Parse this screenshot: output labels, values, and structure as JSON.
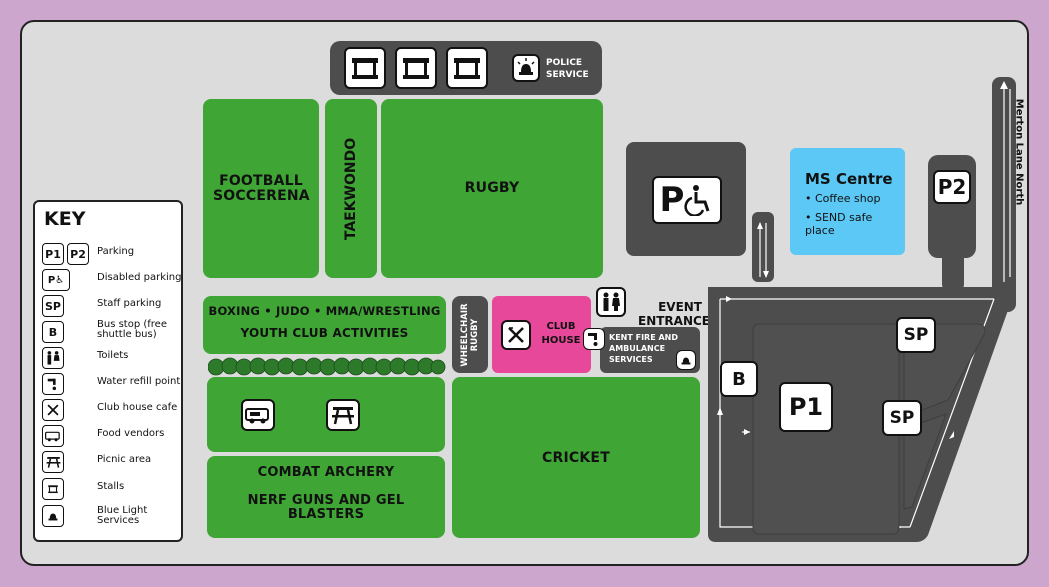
{
  "map": {
    "zones": {
      "football": "FOOTBALL SOCCERENA",
      "taekwondo": "TAEKWONDO",
      "rugby": "RUGBY",
      "police": "POLICE SERVICE",
      "boxing_line1": "BOXING • JUDO • MMA/WRESTLING",
      "boxing_line2": "YOUTH CLUB ACTIVITIES",
      "wheelchair_rugby": "WHEELCHAIR RUGBY",
      "club_house": "CLUB HOUSE",
      "event_entrance": "EVENT ENTRANCE",
      "kent_fire": "KENT FIRE AND AMBULANCE SERVICES",
      "combat_archery": "COMBAT ARCHERY",
      "nerf": "NERF GUNS AND GEL BLASTERS",
      "cricket": "CRICKET",
      "ms_centre_title": "MS Centre",
      "ms_centre_item1": "Coffee shop",
      "ms_centre_item2": "SEND safe place",
      "road_name": "Merton Lane North"
    },
    "parking": {
      "p1": "P1",
      "p2": "P2",
      "sp": "SP",
      "bus": "B",
      "disabled": "P"
    }
  },
  "key": {
    "title": "KEY",
    "items": [
      {
        "icon": "parking-p1-p2",
        "label": "Parking"
      },
      {
        "icon": "disabled-parking",
        "label": "Disabled parking"
      },
      {
        "icon": "staff-parking",
        "label": "Staff parking"
      },
      {
        "icon": "bus-stop",
        "label": "Bus stop (free shuttle bus)"
      },
      {
        "icon": "toilets",
        "label": "Toilets"
      },
      {
        "icon": "water-tap",
        "label": "Water refill point"
      },
      {
        "icon": "cutlery",
        "label": "Club house cafe"
      },
      {
        "icon": "food-van",
        "label": "Food vendors"
      },
      {
        "icon": "picnic-table",
        "label": "Picnic area"
      },
      {
        "icon": "stall",
        "label": "Stalls"
      },
      {
        "icon": "blue-light",
        "label": "Blue Light Services"
      }
    ],
    "codes": {
      "p1": "P1",
      "p2": "P2",
      "sp": "SP",
      "b": "B"
    }
  },
  "colors": {
    "background": "#cca6cc",
    "map": "#dcdcdc",
    "green": "#3fa535",
    "dark": "#4d4d4d",
    "pink": "#e8489a",
    "blue": "#5bc8f5"
  }
}
